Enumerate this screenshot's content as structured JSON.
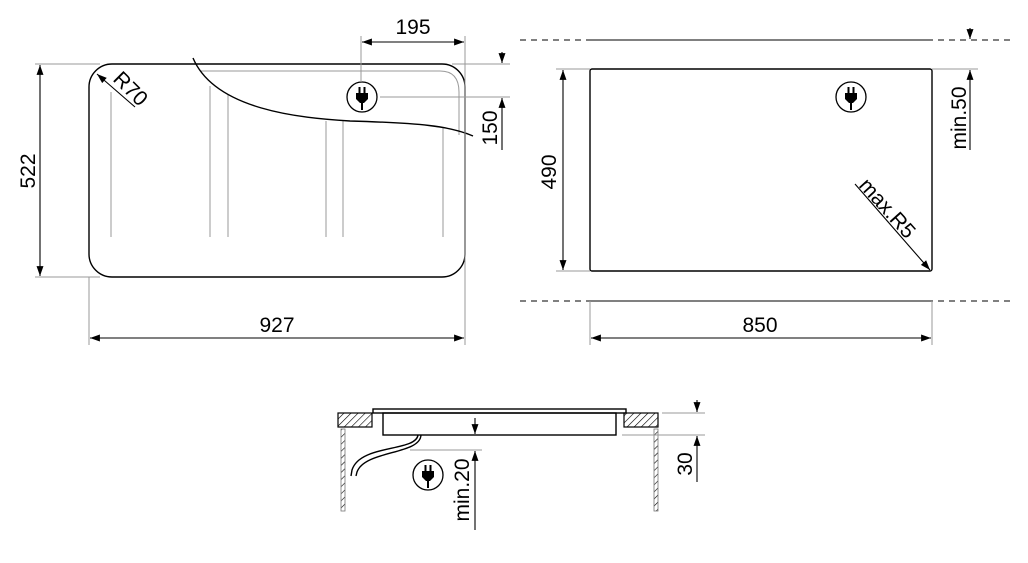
{
  "top_view": {
    "width_label": "927",
    "depth_label": "522",
    "corner_radius_label": "R70",
    "plug_offset_x_label": "195",
    "plug_offset_y_label": "150",
    "icon": "power-plug-icon"
  },
  "cutout_view": {
    "width_label": "850",
    "depth_label": "490",
    "min_edge_label": "min.50",
    "corner_radius_label": "max.R5",
    "icon": "power-plug-icon"
  },
  "section_view": {
    "clearance_label": "min.20",
    "height_label": "30",
    "icon": "power-plug-icon"
  },
  "colors": {
    "line": "#000000",
    "extension_line": "#999999",
    "background": "#ffffff"
  }
}
